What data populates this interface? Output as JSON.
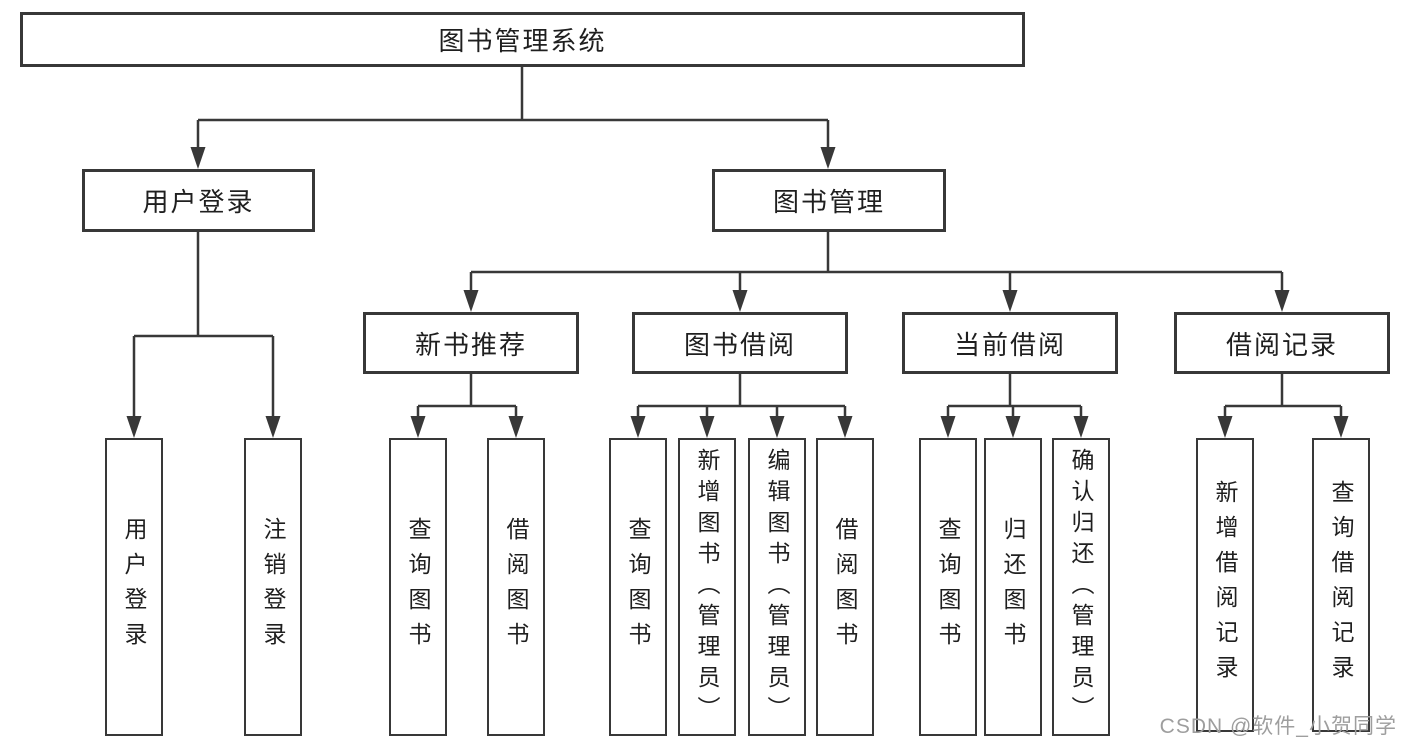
{
  "diagram": {
    "root": {
      "label": "图书管理系统"
    },
    "level2": [
      {
        "label": "用户登录"
      },
      {
        "label": "图书管理"
      }
    ],
    "level3": [
      {
        "label": "新书推荐"
      },
      {
        "label": "图书借阅"
      },
      {
        "label": "当前借阅"
      },
      {
        "label": "借阅记录"
      }
    ],
    "leaves": [
      {
        "label": "用户登录",
        "parent": "用户登录"
      },
      {
        "label": "注销登录",
        "parent": "用户登录"
      },
      {
        "label": "查询图书",
        "parent": "新书推荐"
      },
      {
        "label": "借阅图书",
        "parent": "新书推荐"
      },
      {
        "label": "查询图书",
        "parent": "图书借阅"
      },
      {
        "label": "新增图书（管理员）",
        "parent": "图书借阅"
      },
      {
        "label": "编辑图书（管理员）",
        "parent": "图书借阅"
      },
      {
        "label": "借阅图书",
        "parent": "图书借阅"
      },
      {
        "label": "查询图书",
        "parent": "当前借阅"
      },
      {
        "label": "归还图书",
        "parent": "当前借阅"
      },
      {
        "label": "确认归还（管理员）",
        "parent": "当前借阅"
      },
      {
        "label": "新增借阅记录",
        "parent": "借阅记录"
      },
      {
        "label": "查询借阅记录",
        "parent": "借阅记录"
      }
    ],
    "watermark": "CSDN @软件_小贺同学",
    "colors": {
      "line": "#383838",
      "text": "#1f1f1f",
      "background": "#ffffff",
      "watermark": "#9e9e9e"
    }
  }
}
